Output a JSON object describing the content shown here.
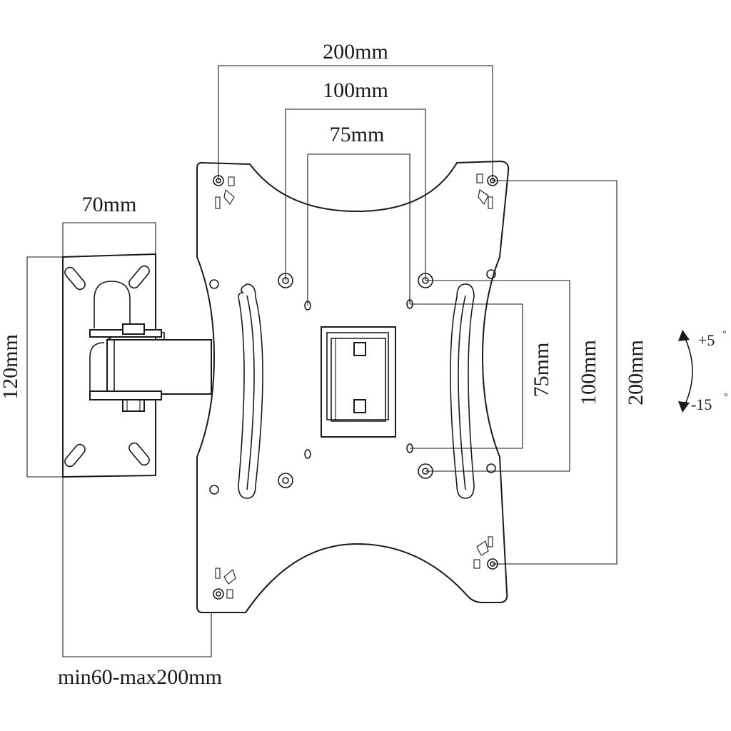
{
  "dimensions": {
    "top_200": "200mm",
    "top_100": "100mm",
    "top_75": "75mm",
    "wall_plate_width": "70mm",
    "wall_plate_height": "120mm",
    "right_75": "75mm",
    "right_100": "100mm",
    "right_200": "200mm",
    "extension": "min60-max200mm"
  },
  "tilt": {
    "up": "+5",
    "down": "-15",
    "degree_symbol": "°"
  }
}
